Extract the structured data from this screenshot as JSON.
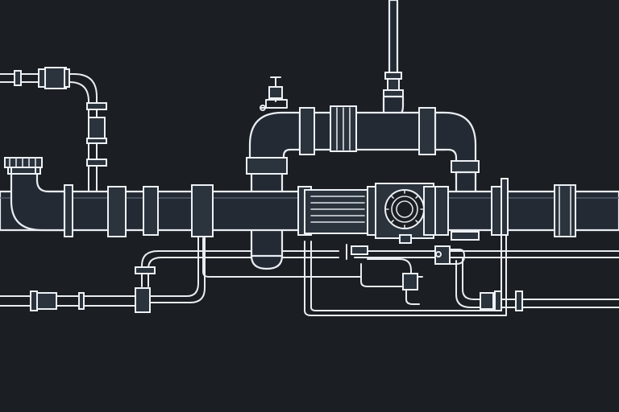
{
  "colors": {
    "background": "#1b1e23",
    "pipe_fill": "#232a33",
    "flange_fill": "#2b333d",
    "outline": "#e9edf2",
    "highlight": "#5b6675"
  },
  "components": [
    {
      "name": "main-horizontal-pipe",
      "icon": "pipe"
    },
    {
      "name": "overhead-bypass-loop",
      "icon": "pipe-loop"
    },
    {
      "name": "vertical-supply-pipe",
      "icon": "pipe"
    },
    {
      "name": "left-elbow-intake",
      "icon": "elbow"
    },
    {
      "name": "handwheel-valve",
      "icon": "valve-wheel"
    },
    {
      "name": "heat-exchanger",
      "icon": "exchanger"
    },
    {
      "name": "flow-meter",
      "icon": "gauge"
    },
    {
      "name": "small-bore-lines",
      "icon": "tubing"
    },
    {
      "name": "control-valve",
      "icon": "valve"
    },
    {
      "name": "check-valve",
      "icon": "valve"
    }
  ]
}
